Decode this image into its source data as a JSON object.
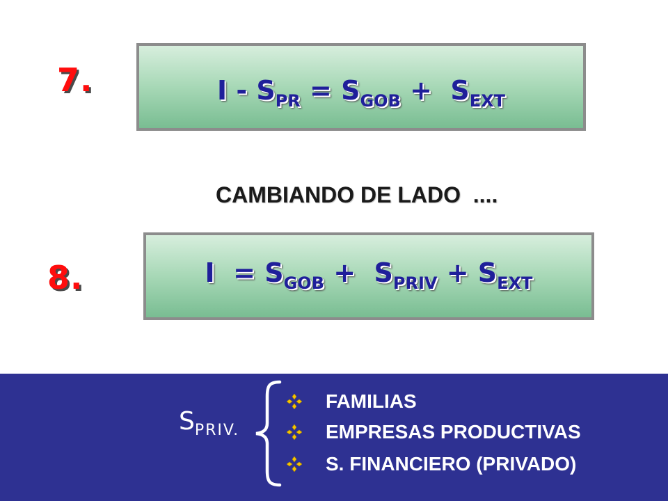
{
  "step7": {
    "number": "7.",
    "equation": {
      "p1": "I - S",
      "s1": "PR",
      "p2": " = S",
      "s2": "GOB",
      "p3": " +  S",
      "s3": "EXT"
    }
  },
  "subtitle": "CAMBIANDO DE LADO  ....",
  "step8": {
    "number": "8.",
    "equation": {
      "p1": "I  = S",
      "s1": "GOB",
      "p2": " +  S",
      "s2": "PRIV",
      "p3": " + S",
      "s3": "EXT"
    }
  },
  "private_savings": {
    "symbol": "S",
    "subscript": "PRIV.",
    "items": [
      {
        "label": "FAMILIAS"
      },
      {
        "label": "EMPRESAS PRODUCTIVAS"
      },
      {
        "label": "S. FINANCIERO (PRIVADO)"
      }
    ]
  },
  "colors": {
    "number": "#ff0d0d",
    "equation_text": "#1f1f9a",
    "panel": "#2e3192",
    "bullet": "#f5c400"
  },
  "icons": {
    "bullet": "diamond-bullet-icon",
    "brace": "curly-brace-icon"
  }
}
